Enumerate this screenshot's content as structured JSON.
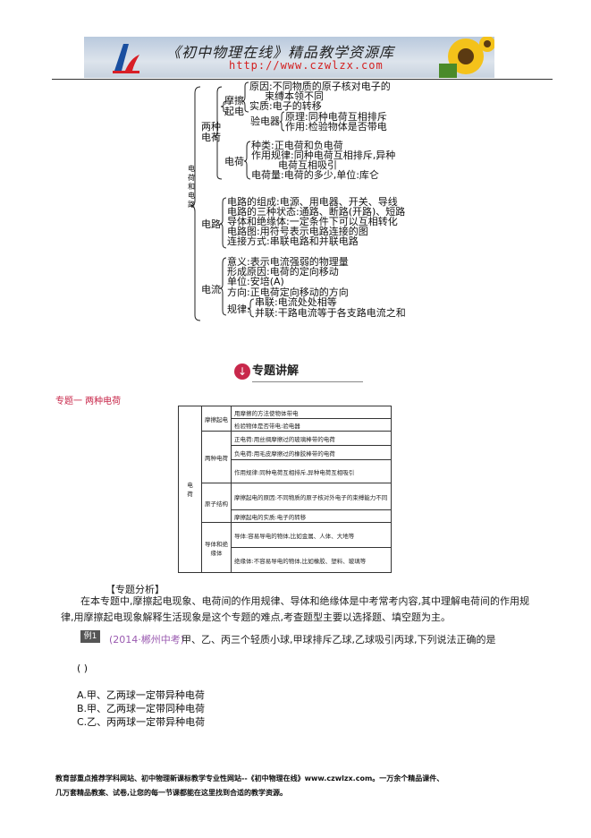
{
  "banner": {
    "title": "《初中物理在线》精品教学资源库",
    "url": "http://www.czwlzx.com"
  },
  "mindmap": {
    "root": "电荷和电路",
    "branches": [
      {
        "label": "两种电荷",
        "subs": [
          {
            "label": "摩擦起电",
            "items": [
              "原因:不同物质的原子核对电子的",
              "束缚本领不同",
              "实质:电子的转移"
            ]
          },
          {
            "label": "验电器",
            "items": [
              "原理:同种电荷互相排斥",
              "作用:检验物体是否带电"
            ]
          },
          {
            "label": "电荷",
            "items": [
              "种类:正电荷和负电荷",
              "作用规律:同种电荷互相排斥,异种",
              "电荷互相吸引",
              "电荷量:电荷的多少,单位:库仑"
            ]
          }
        ]
      },
      {
        "label": "电路",
        "items": [
          "电路的组成:电源、用电器、开关、导线",
          "电路的三种状态:通路、断路(开路)、短路",
          "导体和绝缘体:一定条件下可以互相转化",
          "电路图:用符号表示电路连接的图",
          "连接方式:串联电路和并联电路"
        ]
      },
      {
        "label": "电流",
        "items": [
          "意义:表示电流强弱的物理量",
          "形成原因:电荷的定向移动",
          "单位:安培(A)",
          "方向:正电荷定向移动的方向"
        ],
        "rule": {
          "label": "规律:",
          "items": [
            "串联:电流处处相等",
            "并联:干路电流等于各支路电流之和"
          ]
        }
      }
    ]
  },
  "section_title": "专题讲解",
  "section_icon": "↓",
  "topic_label": "专题一    两种电荷",
  "table": {
    "col0": "电荷",
    "groups": [
      {
        "name": "摩擦起电",
        "rows": [
          "用摩擦的方法使物体带电",
          "检验物体是否带电:验电器"
        ]
      },
      {
        "name": "两种电荷",
        "rows": [
          "正电荷:用丝绸摩擦过的玻璃棒带的电荷",
          "负电荷:用毛皮摩擦过的橡胶棒带的电荷",
          "作用规律:同种电荷互相排斥,异种电荷互相吸引"
        ]
      },
      {
        "name": "原子结构",
        "rows": [
          "摩擦起电的原因:不同物质的原子核对外电子的束缚能力不同",
          "摩擦起电的实质:电子的转移"
        ]
      },
      {
        "name": "导体和绝缘体",
        "rows": [
          "导体:容易导电的物体,比如金属、人体、大地等",
          "绝缘体:不容易导电的物体,比如橡胶、塑料、玻璃等"
        ]
      }
    ]
  },
  "analysis": {
    "title": "【专题分析】",
    "paragraph": "在本专题中,摩擦起电现象、电荷间的作用规律、导体和绝缘体是中考常考内容,其中理解电荷间的作用规律,用摩擦起电现象解释生活现象是这个专题的难点,考查题型主要以选择题、填空题为主。"
  },
  "example": {
    "badge": "例1",
    "source": "(2014·郴州中考)",
    "question": "甲、乙、丙三个轻质小球,甲球排斥乙球,乙球吸引丙球,下列说法正确的是",
    "blank": "(      )",
    "options": [
      "A.甲、乙两球一定带异种电荷",
      "B.甲、乙两球一定带同种电荷",
      "C.乙、丙两球一定带异种电荷"
    ]
  },
  "footer": {
    "line1": "教育部重点推荐学科网站、初中物理新课标教学专业性网站--《初中物理在线》www.czwlzx.com。一万余个精品课件、",
    "line2": "几万套精品教案、试卷,让您的每一节课都能在这里找到合适的教学资源。"
  }
}
